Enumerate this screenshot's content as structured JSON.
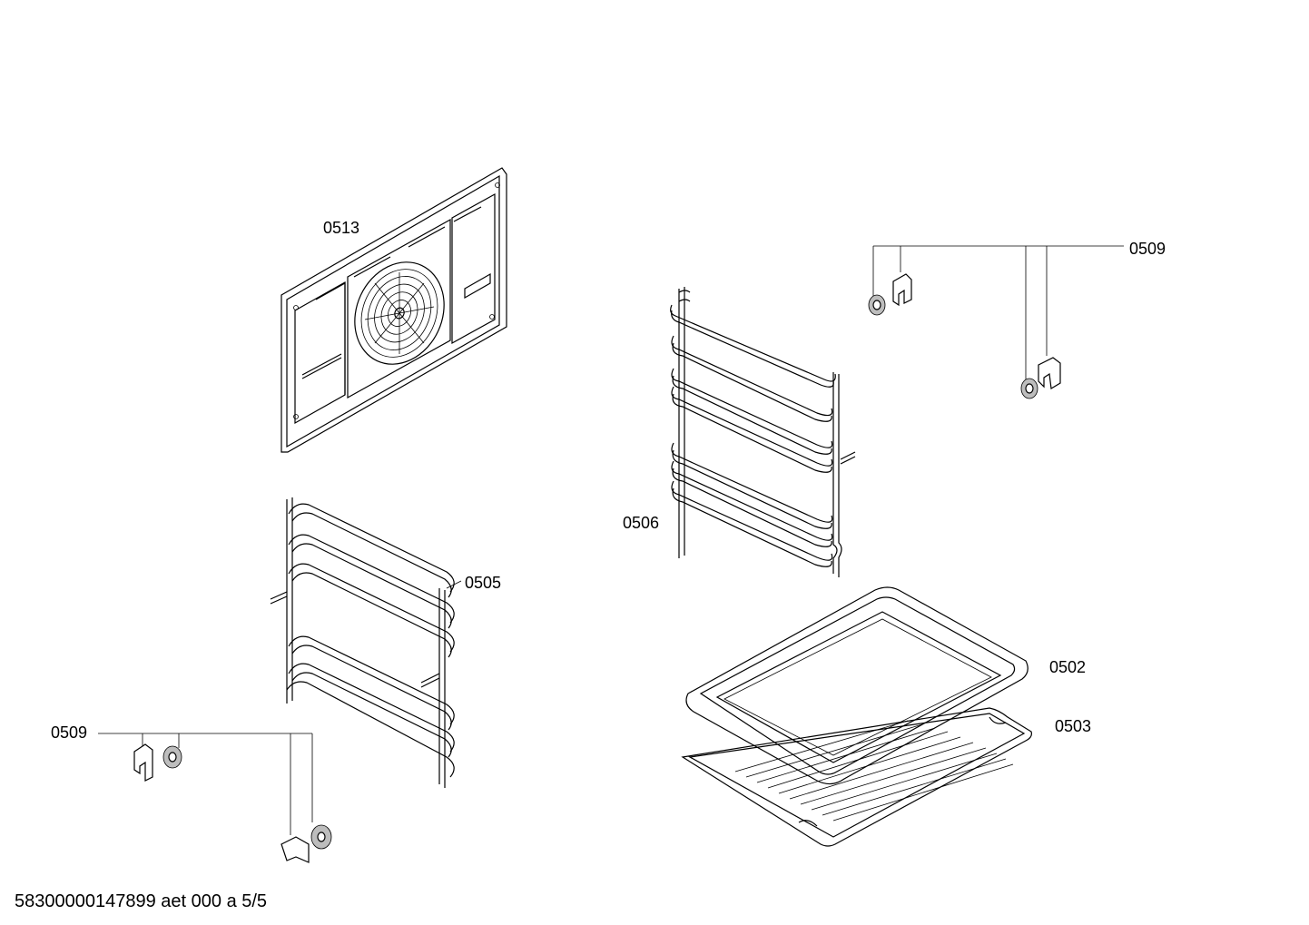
{
  "labels": {
    "fan_cover": "0513",
    "right_clips": "0509",
    "right_rack": "0506",
    "left_rack": "0505",
    "tray": "0502",
    "grid_shelf": "0503",
    "left_clips": "0509"
  },
  "footer": "58300000147899 aet 000 a 5/5"
}
